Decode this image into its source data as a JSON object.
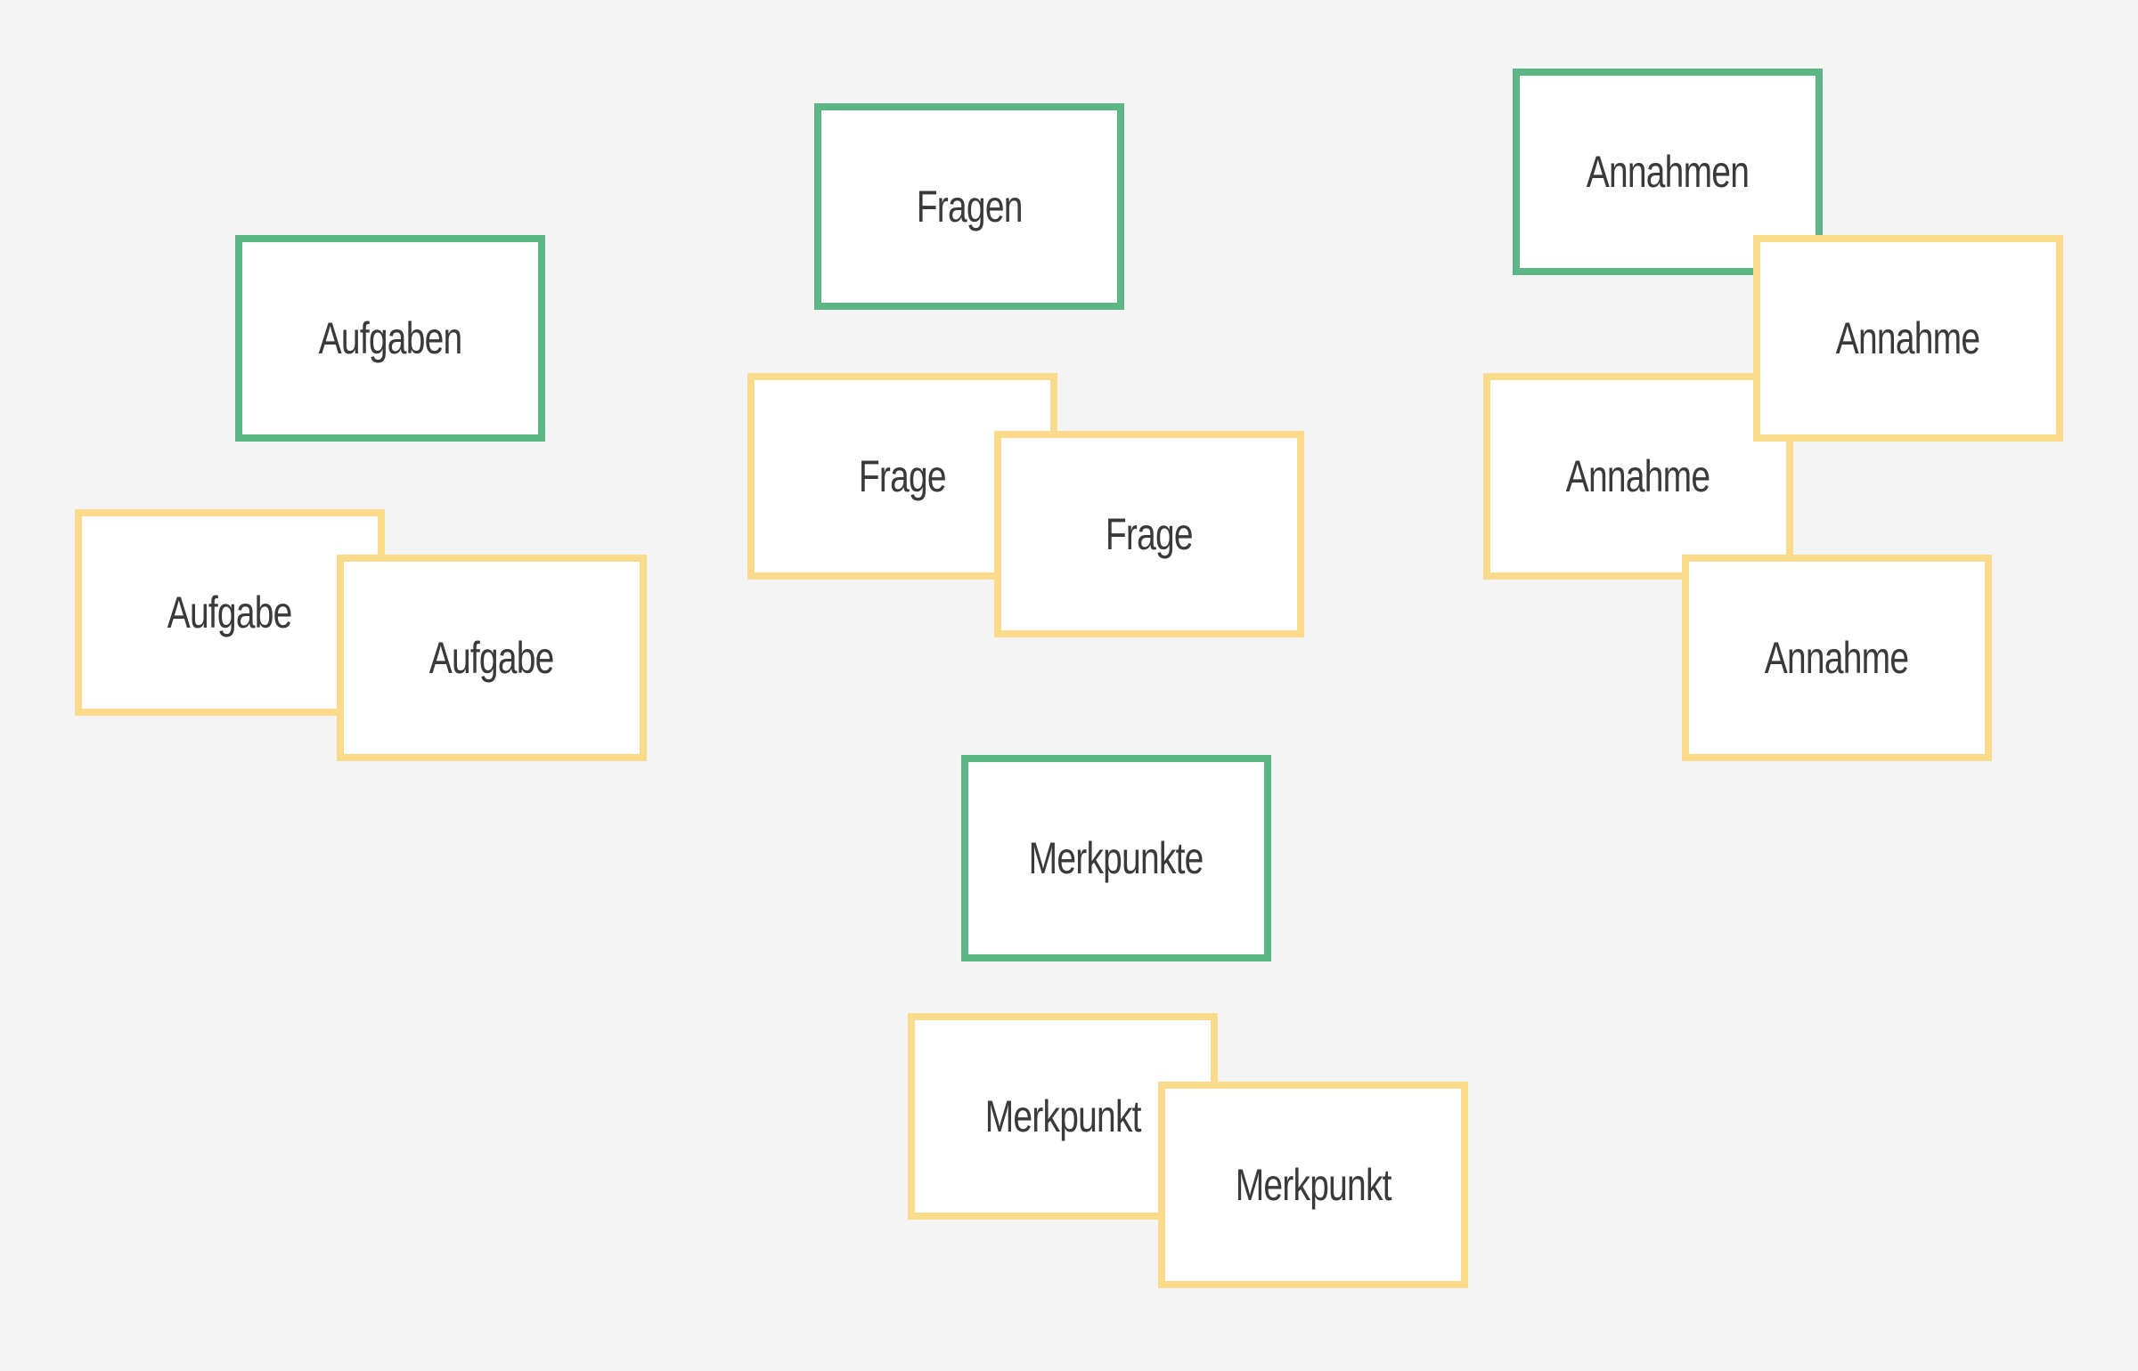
{
  "colors": {
    "background": "#f4f4f4",
    "header_border": "#5cb585",
    "item_border": "#fadb8b",
    "text": "#3a3a3a"
  },
  "groups": {
    "aufgaben": {
      "header": "Aufgaben",
      "items": [
        "Aufgabe",
        "Aufgabe"
      ]
    },
    "fragen": {
      "header": "Fragen",
      "items": [
        "Frage",
        "Frage"
      ]
    },
    "annahmen": {
      "header": "Annahmen",
      "items": [
        "Annahme",
        "Annahme",
        "Annahme"
      ]
    },
    "merkpunkte": {
      "header": "Merkpunkte",
      "items": [
        "Merkpunkt",
        "Merkpunkt"
      ]
    }
  }
}
